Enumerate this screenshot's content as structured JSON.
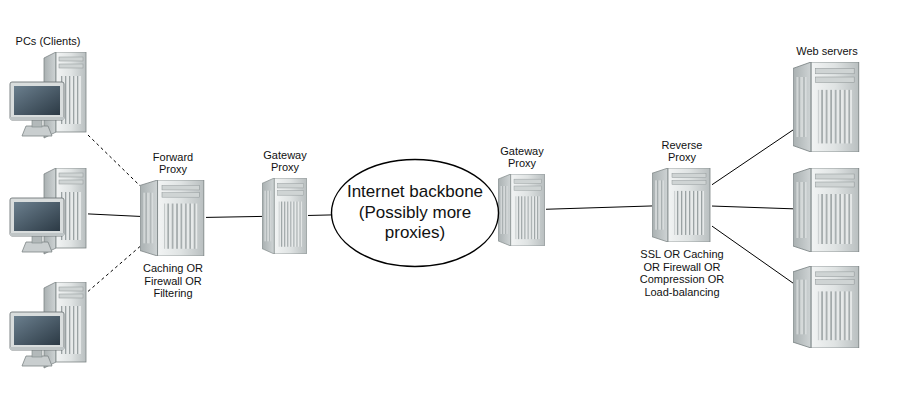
{
  "diagram": {
    "nodes": [
      {
        "text": [
          "PCs (Clients)"
        ]
      },
      {
        "text": []
      },
      {
        "text": []
      },
      {
        "text": [
          "Forward Proxy",
          "Caching OR Firewall OR Filtering"
        ]
      },
      {
        "text": [
          "Gateway Proxy"
        ]
      },
      {
        "text": [
          "Internet backbone (Possibly more proxies)"
        ]
      },
      {
        "text": [
          "Gateway Proxy"
        ]
      },
      {
        "text": [
          "Reverse Proxy",
          "SSL OR Caching OR Firewall OR Compression OR Load-balancing"
        ]
      },
      {
        "text": [
          "Web servers"
        ]
      },
      {
        "text": []
      },
      {
        "text": []
      }
    ],
    "edges": [
      {
        "from": 0,
        "to": 3,
        "arrow": "none"
      },
      {
        "from": 1,
        "to": 3,
        "arrow": "none"
      },
      {
        "from": 2,
        "to": 3,
        "arrow": "none"
      },
      {
        "from": 3,
        "to": 4,
        "arrow": "none"
      },
      {
        "from": 4,
        "to": 5,
        "arrow": "none"
      },
      {
        "from": 5,
        "to": 6,
        "arrow": "none"
      },
      {
        "from": 6,
        "to": 7,
        "arrow": "none"
      },
      {
        "from": 7,
        "to": 8,
        "arrow": "none"
      },
      {
        "from": 7,
        "to": 9,
        "arrow": "none"
      },
      {
        "from": 7,
        "to": 10,
        "arrow": "none"
      }
    ]
  }
}
